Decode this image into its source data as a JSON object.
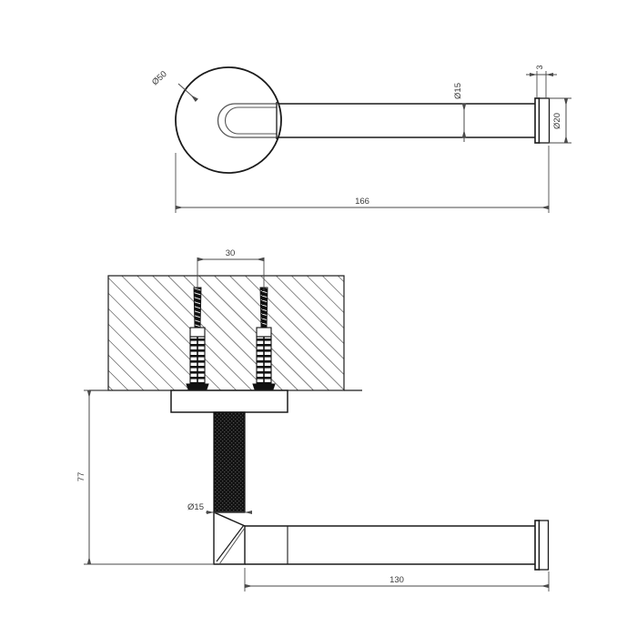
{
  "drawing": {
    "type": "technical-dimensioned-drawing",
    "subject": "wall-mounted toilet roll holder / towel bar",
    "units": "mm",
    "background_color": "#ffffff",
    "line_color": "#1a1a1a",
    "dim_line_color": "#4a4a4a",
    "text_color": "#3a3a3a",
    "hatch_color": "#2a2a2a"
  },
  "views": {
    "top": {
      "name": "side-elevation-view",
      "dimensions": {
        "flange_diameter": "Ø50",
        "tube_diameter": "Ø15",
        "end_cap_thickness": "3",
        "end_cap_diameter": "Ø20",
        "overall_length": "166"
      }
    },
    "bottom": {
      "name": "section-mounting-view",
      "dimensions": {
        "screw_spacing": "30",
        "height_from_wall_bottom": "77",
        "post_diameter": "Ø15",
        "arm_length": "130"
      }
    }
  },
  "labels": {
    "flange_dia": "Ø50",
    "tube_dia": "Ø15",
    "cap_thickness": "3",
    "cap_dia": "Ø20",
    "total_length": "166",
    "screw_spacing": "30",
    "drop_height": "77",
    "post_dia": "Ø15",
    "arm_length": "130"
  }
}
